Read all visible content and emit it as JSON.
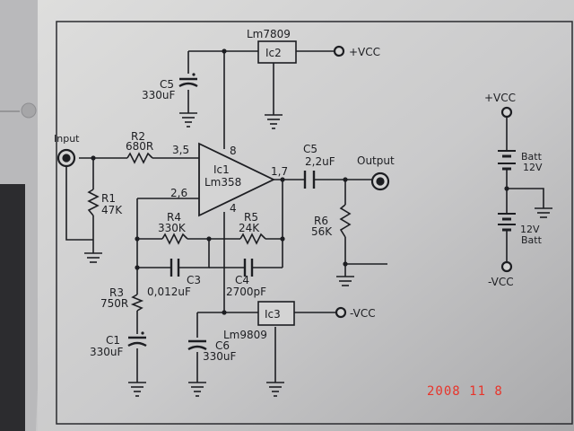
{
  "chips": {
    "ic2_part": "Lm7809",
    "ic2_ref": "Ic2",
    "ic1_ref": "Ic1",
    "ic1_part": "Lm358",
    "ic3_ref": "Ic3",
    "ic3_part": "Lm9809"
  },
  "pins": {
    "in_plus": "3,5",
    "in_minus": "2,6",
    "vplus": "8",
    "gnd": "4",
    "out": "1,7"
  },
  "components": {
    "c5_top_ref": "C5",
    "c5_top_val": "330uF",
    "r2_ref": "R2",
    "r2_val": "680R",
    "r1_ref": "R1",
    "r1_val": "47K",
    "c5_out_ref": "C5",
    "c5_out_val": "2,2uF",
    "r6_ref": "R6",
    "r6_val": "56K",
    "r4_ref": "R4",
    "r4_val": "330K",
    "r5_ref": "R5",
    "r5_val": "24K",
    "c3_ref": "C3",
    "c3_val": "0,012uF",
    "c4_ref": "C4",
    "c4_val": "2700pF",
    "r3_ref": "R3",
    "r3_val": "750R",
    "c1_ref": "C1",
    "c1_val": "330uF",
    "c6_ref": "C6",
    "c6_val": "330uF"
  },
  "terminals": {
    "vcc_plus": "+VCC",
    "vcc_minus": "-VCC",
    "input": "Input",
    "output": "Output"
  },
  "battery": {
    "vcc_plus": "+VCC",
    "top_label": "Batt",
    "top_value": "12V",
    "bottom_value": "12V",
    "bottom_label": "Batt",
    "vcc_minus": "-VCC"
  },
  "date_stamp": "2008 11 8",
  "colors": {
    "paper": "#c9c9ca",
    "ink": "#1d1e22",
    "stamp": "#e8342a"
  }
}
